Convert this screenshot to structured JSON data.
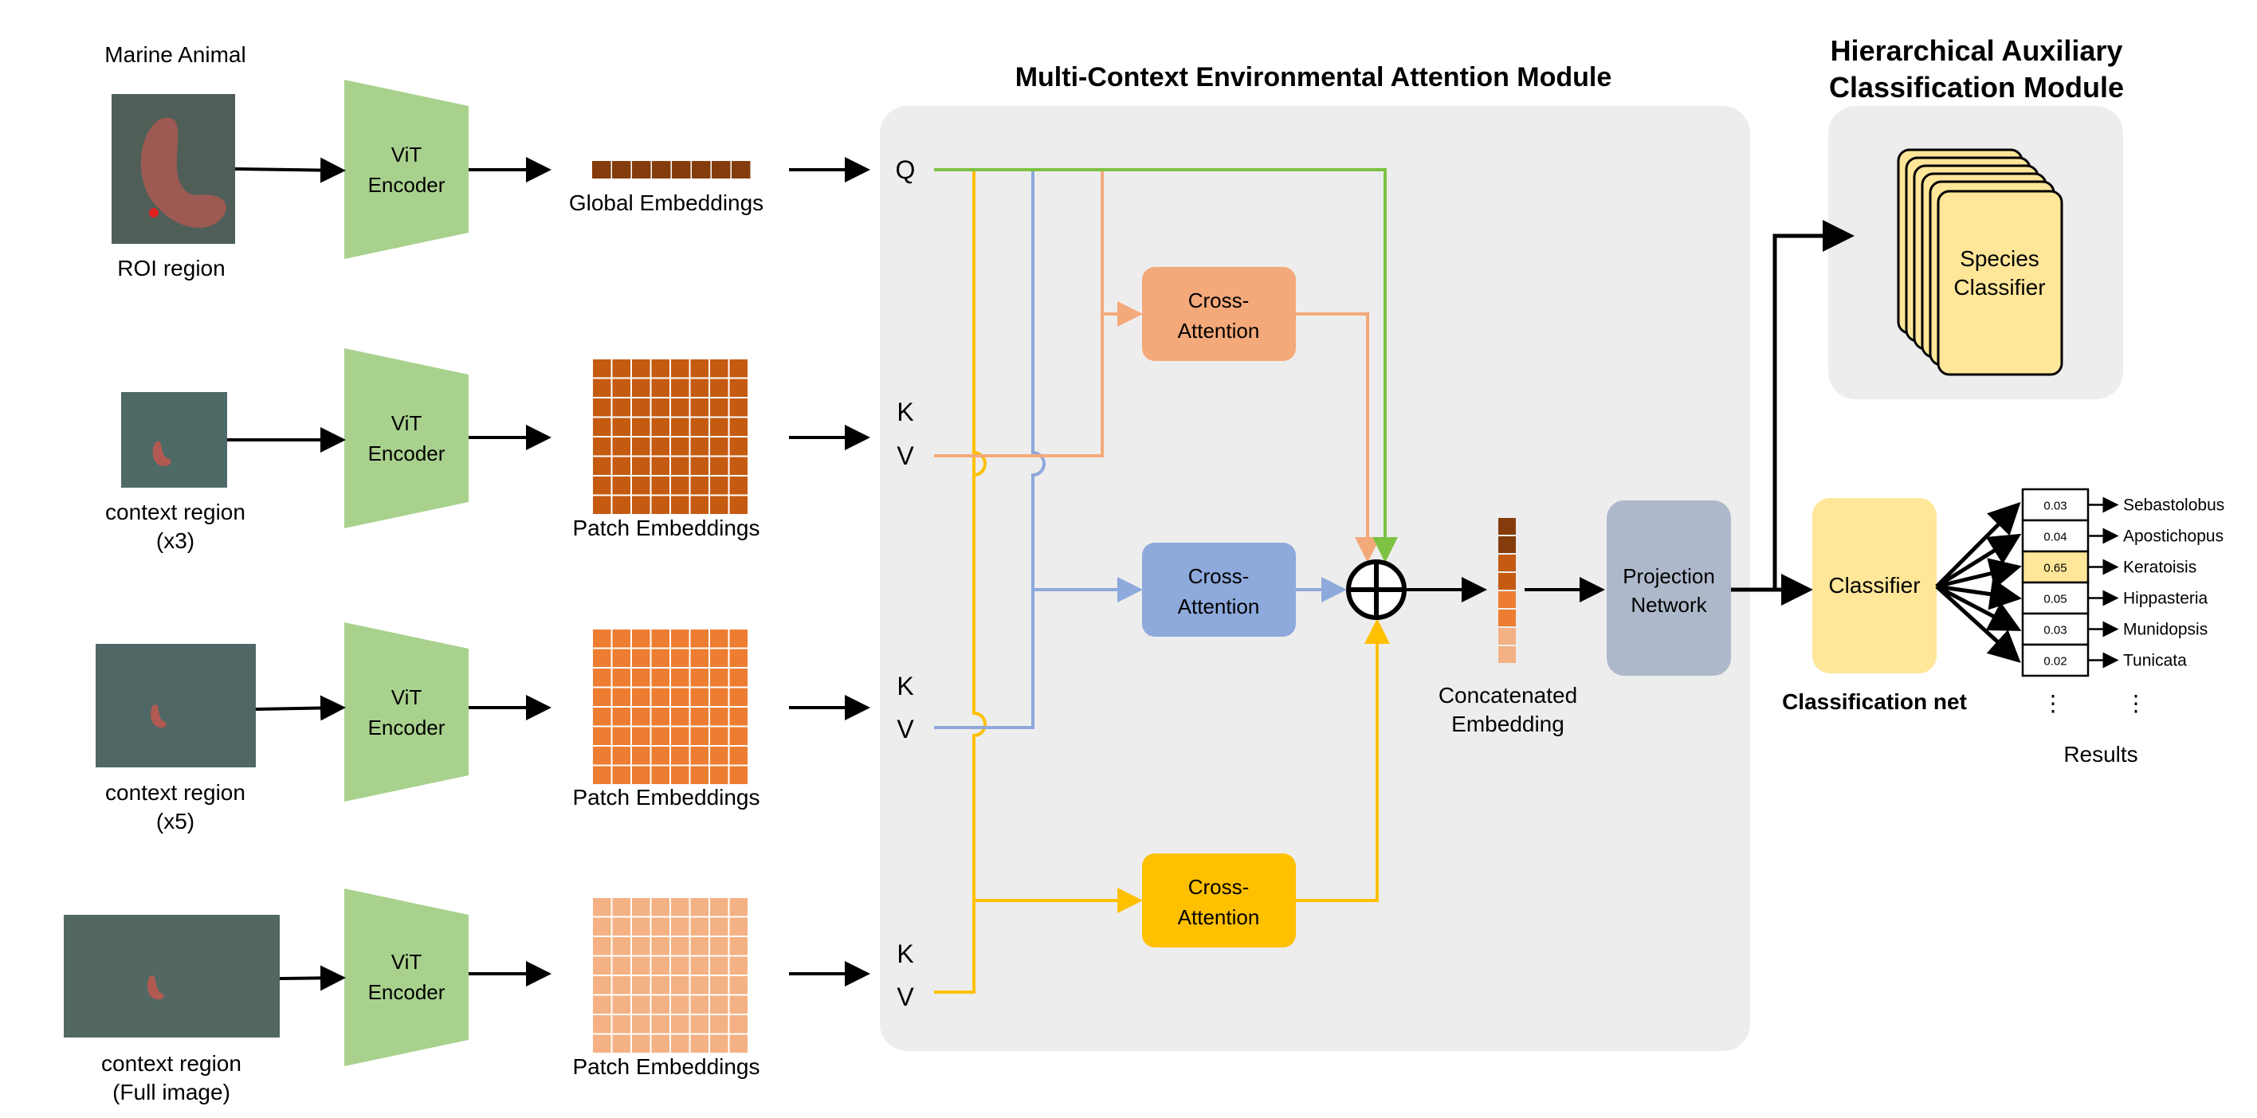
{
  "left": {
    "header": "Marine Animal",
    "rows": [
      {
        "caption_lines": [
          "ROI region"
        ],
        "encoder_lines": [
          "ViT",
          "Encoder"
        ],
        "embedding_label": "Global Embeddings"
      },
      {
        "caption_lines": [
          "context region",
          "(x3)"
        ],
        "encoder_lines": [
          "ViT",
          "Encoder"
        ],
        "embedding_label": "Patch Embeddings"
      },
      {
        "caption_lines": [
          "context region",
          "(x5)"
        ],
        "encoder_lines": [
          "ViT",
          "Encoder"
        ],
        "embedding_label": "Patch Embeddings"
      },
      {
        "caption_lines": [
          "context region",
          "(Full image)"
        ],
        "encoder_lines": [
          "ViT",
          "Encoder"
        ],
        "embedding_label": "Patch Embeddings"
      }
    ]
  },
  "attention_module": {
    "title": "Multi-Context Environmental Attention Module",
    "q_label": "Q",
    "k_label": "K",
    "v_label": "V",
    "blocks": [
      {
        "label_lines": [
          "Cross-",
          "Attention"
        ],
        "color": "#F4A97A"
      },
      {
        "label_lines": [
          "Cross-",
          "Attention"
        ],
        "color": "#8EA9DB"
      },
      {
        "label_lines": [
          "Cross-",
          "Attention"
        ],
        "color": "#FFC000"
      }
    ],
    "concat_label_lines": [
      "Concatenated",
      "Embedding"
    ],
    "projection_lines": [
      "Projection",
      "Network"
    ]
  },
  "hierarchical_module": {
    "title_lines": [
      "Hierarchical Auxiliary",
      "Classification Module"
    ],
    "species_lines": [
      "Species",
      "Classifier"
    ]
  },
  "classification": {
    "classifier_label": "Classifier",
    "net_label": "Classification net",
    "results_title": "Results",
    "results": [
      {
        "score": "0.03",
        "name": "Sebastolobus",
        "highlight": false
      },
      {
        "score": "0.04",
        "name": "Apostichopus",
        "highlight": false
      },
      {
        "score": "0.65",
        "name": "Keratoisis",
        "highlight": true
      },
      {
        "score": "0.05",
        "name": "Hippasteria",
        "highlight": false
      },
      {
        "score": "0.03",
        "name": "Munidopsis",
        "highlight": false
      },
      {
        "score": "0.02",
        "name": "Tunicata",
        "highlight": false
      }
    ],
    "ellipsis": "⋮"
  },
  "colors": {
    "orange": "#F4A97A",
    "blue": "#8EA9DB",
    "yellow": "#FFC000",
    "green": "#7DC242",
    "encoder": "#A9D18E",
    "panel": "#EDEDED",
    "projection": "#ADB9CA",
    "classifier": "#FFE699",
    "emb_dark": "#843C0C",
    "emb_mid": "#C55A11",
    "emb_light": "#ED7D31",
    "emb_pale": "#F4B183"
  }
}
